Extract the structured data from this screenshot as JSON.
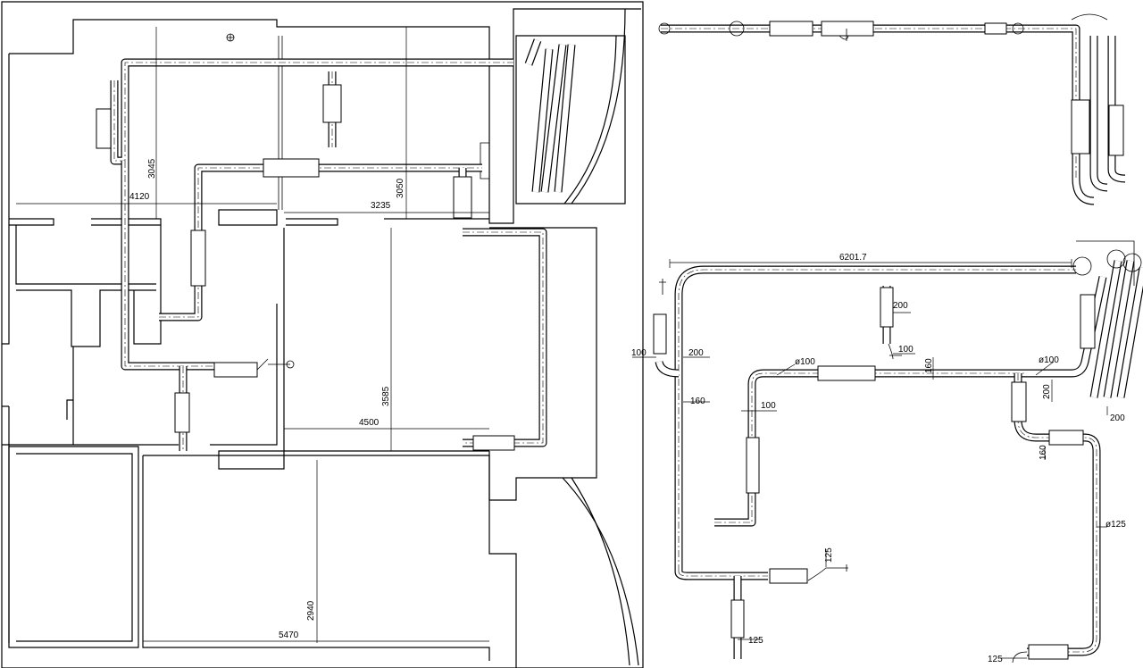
{
  "colors": {
    "line": "#000000",
    "background": "#ffffff"
  },
  "floor_plan": {
    "dimensions": [
      "4120",
      "3045",
      "3050",
      "3235",
      "3585",
      "4500",
      "2940",
      "5470"
    ]
  },
  "axonometric": {
    "dimensions": [
      "6201.7",
      "200",
      "100",
      "100",
      "200",
      "ø100",
      "160",
      "ø100",
      "200",
      "200",
      "160",
      "100",
      "160",
      "ø125",
      "125",
      "125",
      "125"
    ]
  }
}
